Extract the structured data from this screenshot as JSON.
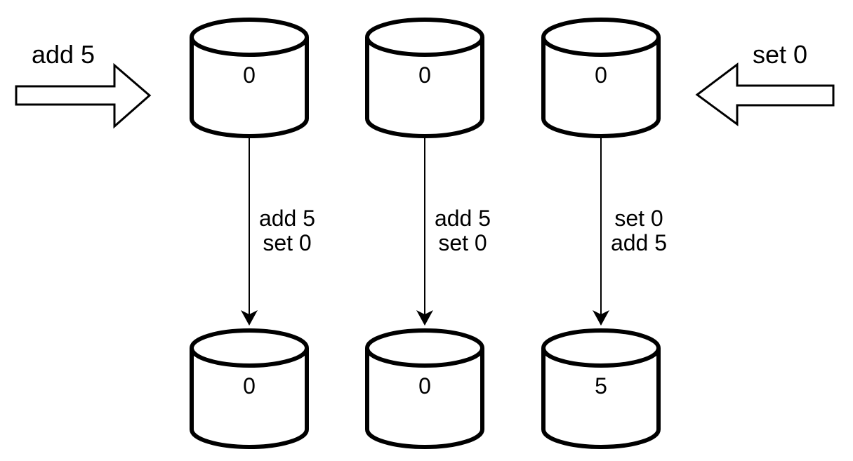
{
  "colors": {
    "stroke": "#000000",
    "fill": "#ffffff"
  },
  "diagram": {
    "incoming": {
      "left": {
        "label": "add 5"
      },
      "right": {
        "label": "set 0"
      }
    },
    "replicas": [
      {
        "initial_value": "0",
        "ops": [
          "add 5",
          "set 0"
        ],
        "final_value": "0"
      },
      {
        "initial_value": "0",
        "ops": [
          "add 5",
          "set 0"
        ],
        "final_value": "0"
      },
      {
        "initial_value": "0",
        "ops": [
          "set 0",
          "add 5"
        ],
        "final_value": "5"
      }
    ]
  }
}
